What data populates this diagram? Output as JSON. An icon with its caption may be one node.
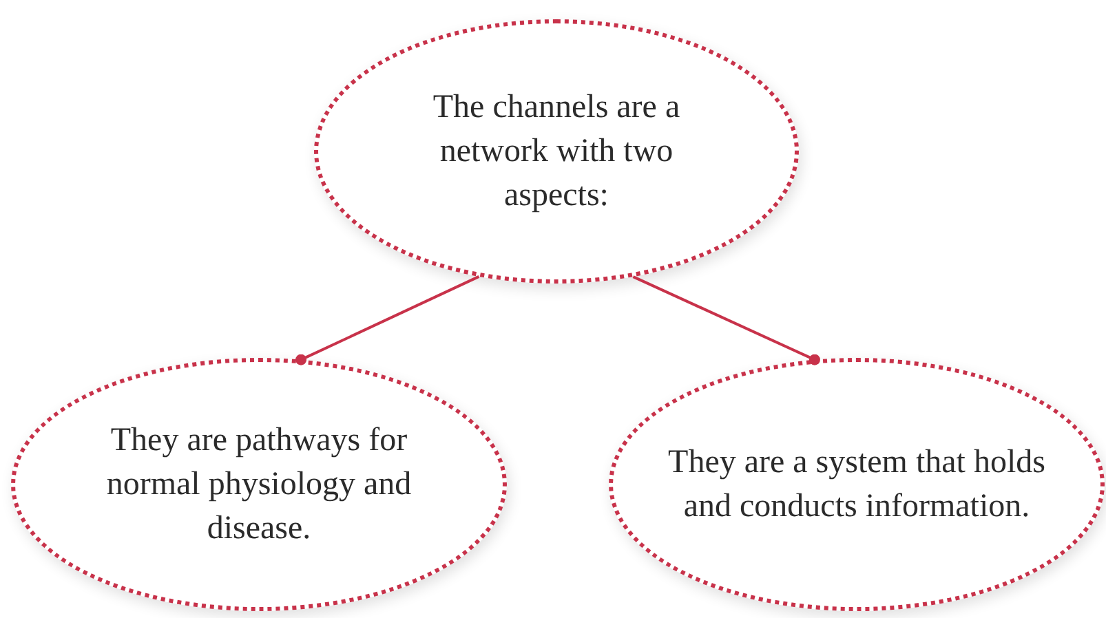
{
  "diagram": {
    "nodes": [
      {
        "text": [
          "The channels are a network with two aspects:"
        ]
      },
      {
        "text": [
          "They are pathways for normal physiology and disease."
        ]
      },
      {
        "text": [
          "They are a system that holds and conducts information."
        ]
      }
    ],
    "edges": [
      {
        "from": 0,
        "to": 1,
        "arrow": "other"
      },
      {
        "from": 0,
        "to": 2,
        "arrow": "other"
      }
    ]
  }
}
